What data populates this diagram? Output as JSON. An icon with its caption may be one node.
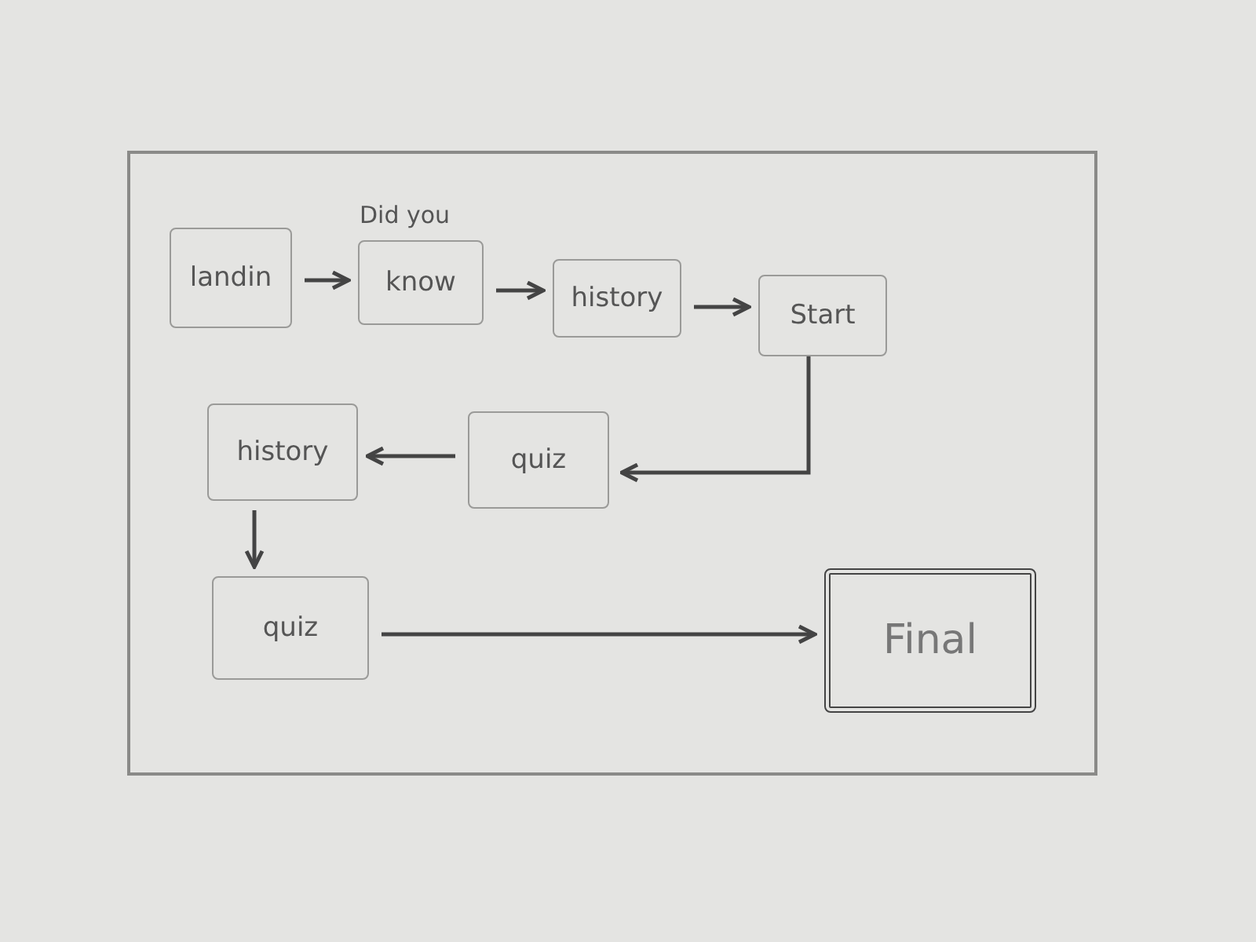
{
  "diagram": {
    "nodes": [
      {
        "text": [
          "landin"
        ]
      },
      {
        "text": [
          "Did you",
          "know"
        ]
      },
      {
        "text": [
          "history"
        ]
      },
      {
        "text": [
          "Start"
        ]
      },
      {
        "text": [
          "quiz"
        ]
      },
      {
        "text": [
          "history"
        ]
      },
      {
        "text": [
          "quiz"
        ]
      },
      {
        "text": [
          "Final"
        ]
      }
    ],
    "edges": [
      {
        "from": 0,
        "to": 1,
        "arrow": "to"
      },
      {
        "from": 1,
        "to": 2,
        "arrow": "to"
      },
      {
        "from": 2,
        "to": 3,
        "arrow": "to"
      },
      {
        "from": 3,
        "to": 4,
        "arrow": "to"
      },
      {
        "from": 4,
        "to": 5,
        "arrow": "to"
      },
      {
        "from": 5,
        "to": 6,
        "arrow": "to"
      },
      {
        "from": 6,
        "to": 7,
        "arrow": "to"
      }
    ]
  }
}
